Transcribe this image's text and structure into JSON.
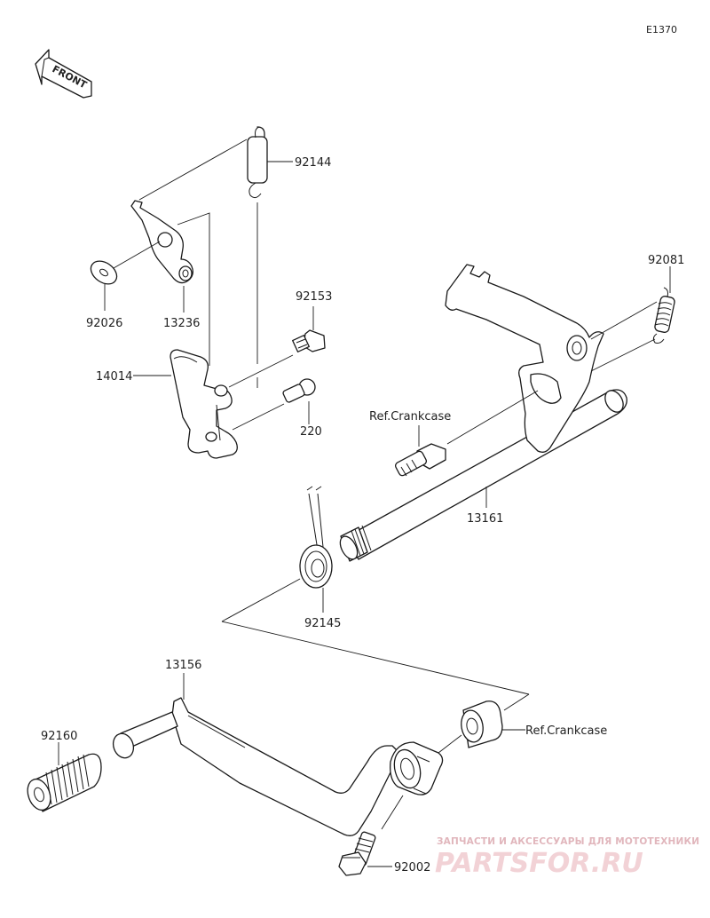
{
  "diagram_code": "E1370",
  "front_arrow": {
    "label": "FRONT",
    "icon": "front-direction-arrow-icon"
  },
  "parts": {
    "p92144": "92144",
    "p92026": "92026",
    "p13236": "13236",
    "p14014": "14014",
    "p92153": "92153",
    "p220": "220",
    "p92081": "92081",
    "ref_crankcase_1": "Ref.Crankcase",
    "p13161": "13161",
    "p92145": "92145",
    "p13156": "13156",
    "p92160": "92160",
    "ref_crankcase_2": "Ref.Crankcase",
    "p92002": "92002"
  },
  "watermark": {
    "tagline": "ЗАПЧАСТИ И АКСЕССУАРЫ ДЛЯ МОТОТЕХНИКИ",
    "logo": "PARTSFOR.RU",
    "color": "#e8b8be"
  }
}
